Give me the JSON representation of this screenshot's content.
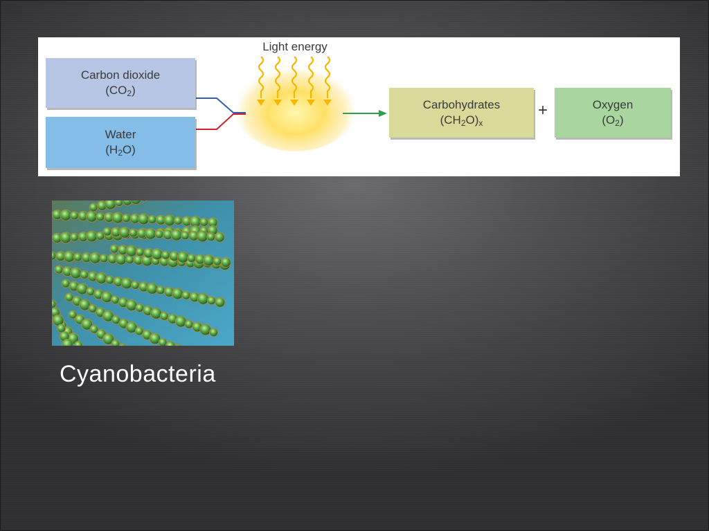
{
  "diagram": {
    "light_label": "Light energy",
    "inputs": [
      {
        "name": "Carbon dioxide",
        "formula_pre": "(CO",
        "formula_sub": "2",
        "formula_post": ")"
      },
      {
        "name": "Water",
        "formula_pre": "(H",
        "formula_sub": "2",
        "formula_post": "O)"
      }
    ],
    "outputs": [
      {
        "name": "Carbohydrates",
        "formula_pre": "(CH",
        "formula_sub": "2",
        "formula_mid": "O)",
        "formula_sub2": "x"
      },
      {
        "name": "Oxygen",
        "formula_pre": "(O",
        "formula_sub": "2",
        "formula_post": ")"
      }
    ],
    "plus": "+"
  },
  "photo": {
    "caption": "Cyanobacteria"
  },
  "colors": {
    "co2_box": "#b8c6e6",
    "water_box": "#83bde8",
    "carb_box": "#d9d99a",
    "oxygen_box": "#a9d69f",
    "co2_line": "#2f5fa8",
    "water_line": "#d21f2b",
    "product_arrow": "#2ca24a",
    "light": "#f5c518"
  }
}
